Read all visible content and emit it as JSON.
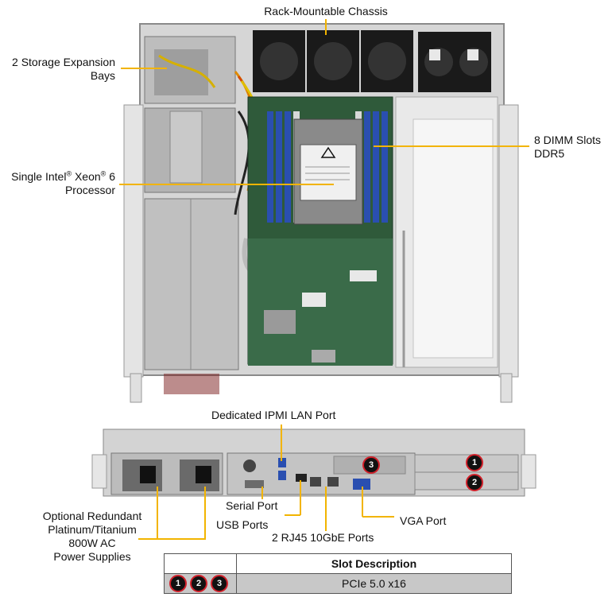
{
  "labels": {
    "chassis": "Rack-Mountable Chassis",
    "storage_line1": "2 Storage Expansion",
    "storage_line2": "Bays",
    "dimm_line1": "8 DIMM Slots",
    "dimm_line2": "DDR5",
    "cpu_part1": "Single Intel",
    "cpu_reg1": "®",
    "cpu_part2": " Xeon",
    "cpu_reg2": "®",
    "cpu_part3": " 6",
    "cpu_line2": "Processor",
    "ipmi": "Dedicated IPMI  LAN Port",
    "serial": "Serial Port",
    "usb": "USB Ports",
    "vga": "VGA Port",
    "rj45": "2 RJ45  10GbE Ports",
    "psu_line1": "Optional Redundant",
    "psu_line2": "Platinum/Titanium",
    "psu_line3": "800W AC",
    "psu_line4": "Power Supplies"
  },
  "slot_badges": [
    "1",
    "2",
    "3"
  ],
  "slot_table": {
    "header": "Slot Description",
    "rows": [
      {
        "slots": [
          "1",
          "2",
          "3"
        ],
        "description": "PCIe 5.0 x16"
      }
    ]
  },
  "colors": {
    "callout_line": "#f2b400",
    "badge_ring": "#d0202a",
    "dimm_blue": "#2a4fb0",
    "pcb_green": "#2f5a3a",
    "chassis_gray": "#cfcfcf",
    "fan_black": "#1a1a1a"
  }
}
